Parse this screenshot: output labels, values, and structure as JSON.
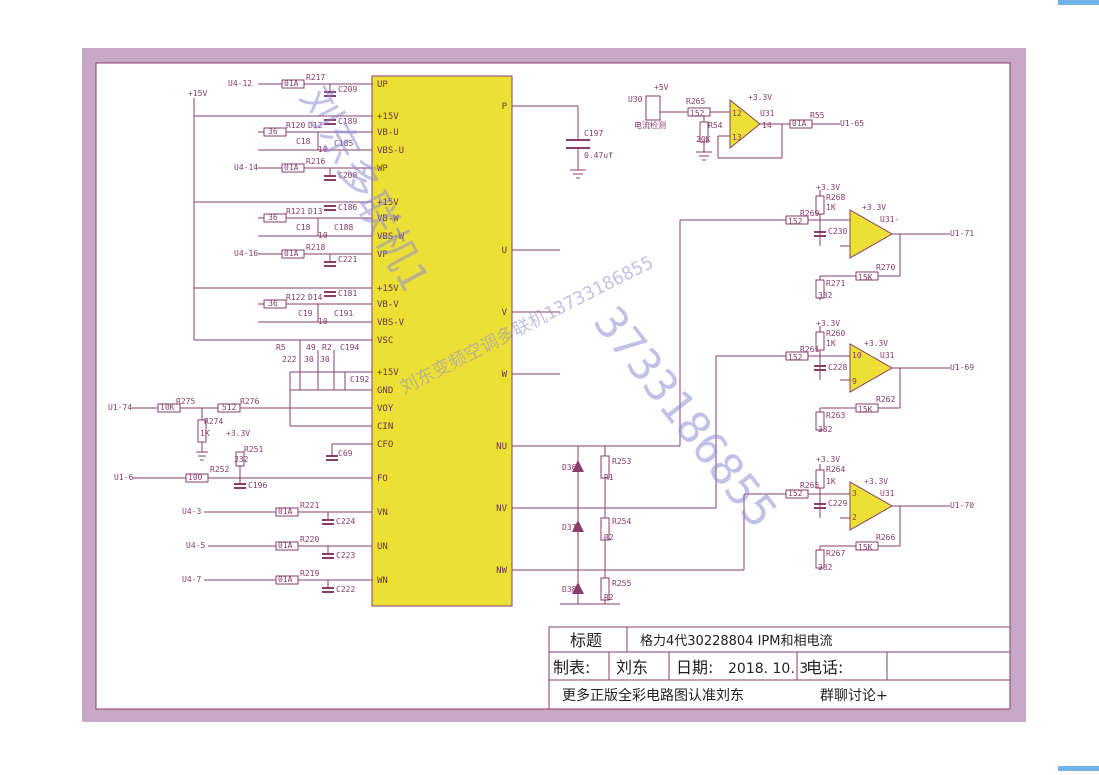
{
  "title_block": {
    "title_label": "标题",
    "title_value": "格力4代30228804 IPM和相电流",
    "author_label": "制表:",
    "author_value": "刘东",
    "date_label": "日期:",
    "date_value": "2018. 10. 3",
    "phone_label": "电话:",
    "footer_left": "更多正版全彩电路图认准刘东",
    "footer_right": "群聊讨论+"
  },
  "watermarks": {
    "large_left": "刘东多联机1",
    "large_right": "3733186855",
    "small": "刘东变频空调多联机13733186855"
  },
  "ipm_pins_left": [
    "UP",
    "+15V",
    "VB-U",
    "VBS-U",
    "WP",
    "+15V",
    "VB-W",
    "VBS-W",
    "VP",
    "+15V",
    "VB-V",
    "VBS-V",
    "VSC",
    "+15V",
    "GND",
    "VOY",
    "CIN",
    "CFO",
    "FO",
    "VN",
    "UN",
    "WN"
  ],
  "ipm_pins_right": [
    "P",
    "U",
    "V",
    "W",
    "NU",
    "NV",
    "NW"
  ],
  "nets": {
    "u4_12": "U4-12",
    "u4_14": "U4-14",
    "u4_16": "U4-16",
    "u4_3": "U4-3",
    "u4_5": "U4-5",
    "u4_7": "U4-7",
    "u1_74": "U1-74",
    "u1_6": "U1-6",
    "u1_65": "U1-65",
    "u1_71": "U1-71",
    "u1_69": "U1-69",
    "u1_70": "U1-70",
    "v15": "+15V",
    "v15b": "+15V",
    "v33a": "+3.3V",
    "v33b": "+3.3V",
    "v33c": "+3.3V",
    "v33d": "+3.3V",
    "v33e": "+3.3V",
    "v33f": "+3.3V",
    "v33g": "+3.3V",
    "v33h": "+3.3V"
  },
  "components": {
    "r217": "R217",
    "d1a_1": "01A",
    "c209": "C209",
    "c189": "C189",
    "r36_1": "36",
    "r120": "R120",
    "d12": "D12",
    "c187": "C18",
    "c185": "C185",
    "u1": "10",
    "r216": "R216",
    "d1a_2": "01A",
    "c208": "C208",
    "c186": "C186",
    "r36_2": "36",
    "r121": "R121",
    "d13": "D13",
    "c18b": "C18",
    "c188": "C188",
    "u2": "10",
    "r218": "R218",
    "d1a_3": "01A",
    "c221": "C221",
    "c181": "C181",
    "r36_3": "36",
    "r122": "R122",
    "d14": "D14",
    "c19": "C19",
    "c191": "C191",
    "u3": "10",
    "r5x": "R5",
    "r49": "49",
    "r2x": "R2",
    "c194": "C194",
    "v222": "222",
    "v30a": "30",
    "v30b": "30",
    "c192": "C192",
    "r275": "R275",
    "r10k_1": "10K",
    "r274": "R274",
    "r1k_1": "1K",
    "r276": "R276",
    "v512": "512",
    "c69": "C69",
    "r251": "R251",
    "v332": "332",
    "r252": "R252",
    "v100": "100",
    "c196": "C196",
    "r221": "R221",
    "d1a_4": "01A",
    "c224": "C224",
    "r220": "R220",
    "d1a_5": "01A",
    "c223": "C223",
    "r219": "R219",
    "d1a_6": "01A",
    "c222": "C222",
    "c197": "C197",
    "c197v": "0.47uf",
    "u30": "U30",
    "v15c": "+5V",
    "current_sense": "电流检测",
    "r265": "R265",
    "v152a": "152",
    "r54": "R54",
    "r20k": "20K",
    "u31a": "U31",
    "p12": "12",
    "p13": "13",
    "p14": "14",
    "r55": "R55",
    "d1a_7": "01A",
    "r268": "R268",
    "r1k_2": "1K",
    "r269": "R269",
    "v152b": "152",
    "c230": "C230",
    "u31b": "U31-",
    "r270": "R270",
    "r15k_1": "15K",
    "r271": "R271",
    "v332b": "332",
    "r260": "R260",
    "r1k_3": "1K",
    "r261": "R261",
    "v152c": "152",
    "c228": "C228",
    "u31c": "U31",
    "p10": "10",
    "p9": "9",
    "r262": "R262",
    "r15k_2": "15K",
    "r263": "R263",
    "v332c": "332",
    "r264": "R264",
    "r1k_4": "1K",
    "r265b": "R265",
    "v152d": "152",
    "c229": "C229",
    "u31d": "U31",
    "p3": "3",
    "p2": "2",
    "r266": "R266",
    "r15k_3": "15K",
    "r267": "R267",
    "v332d": "332",
    "d36": "D36",
    "r253": "R253",
    "r0a": "R1",
    "d37": "D37",
    "r254": "R254",
    "r0b": "R2",
    "d38": "D38",
    "r255": "R255",
    "r0c": "R2"
  },
  "colors": {
    "ipm": "#ede035",
    "wire": "#8a3c6a",
    "frame_fill": "#c9a7c7",
    "watermark": "#8f8fd4"
  }
}
